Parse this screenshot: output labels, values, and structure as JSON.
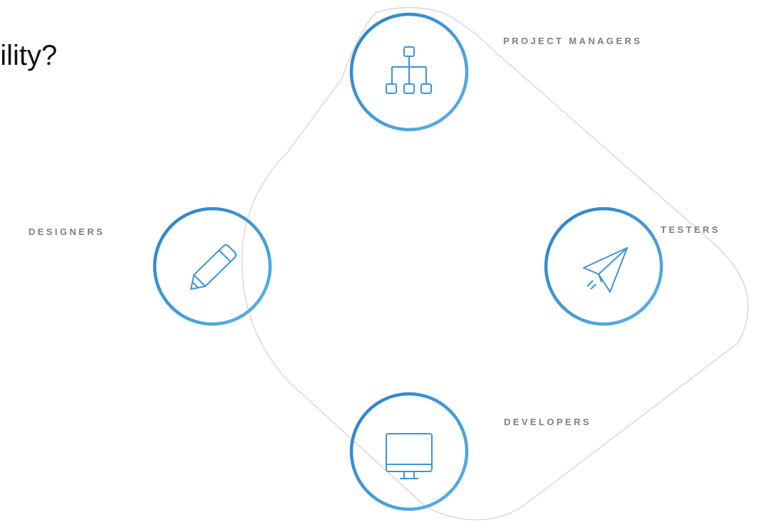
{
  "heading": "bility?",
  "roles": [
    {
      "id": "project-managers",
      "label": "PROJECT MANAGERS",
      "icon": "org-chart-icon"
    },
    {
      "id": "designers",
      "label": "DESIGNERS",
      "icon": "pencil-icon"
    },
    {
      "id": "testers",
      "label": "TESTERS",
      "icon": "paper-plane-icon"
    },
    {
      "id": "developers",
      "label": "DEVELOPERS",
      "icon": "monitor-icon"
    }
  ],
  "colors": {
    "ring_start": "#2a7fc8",
    "ring_end": "#5ab3e6",
    "icon_stroke": "#3d95d6",
    "label_text": "#7f7f7f",
    "outline": "#d0d0d0",
    "heading_text": "#111111"
  }
}
